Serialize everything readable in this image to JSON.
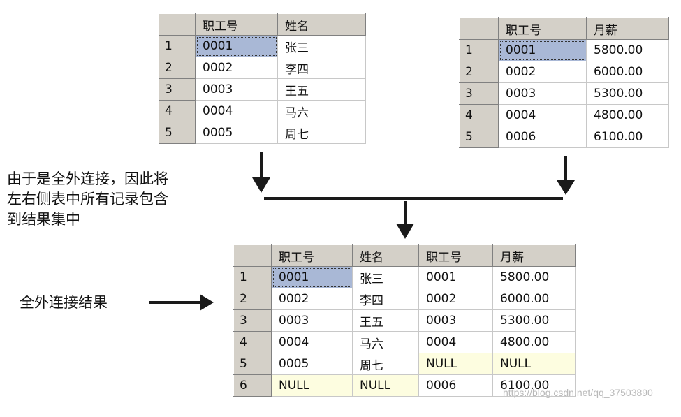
{
  "left_table": {
    "headers": [
      "职工号",
      "姓名"
    ],
    "rows": [
      [
        "1",
        "0001",
        "张三"
      ],
      [
        "2",
        "0002",
        "李四"
      ],
      [
        "3",
        "0003",
        "王五"
      ],
      [
        "4",
        "0004",
        "马六"
      ],
      [
        "5",
        "0005",
        "周七"
      ]
    ]
  },
  "right_table": {
    "headers": [
      "职工号",
      "月薪"
    ],
    "rows": [
      [
        "1",
        "0001",
        "5800.00"
      ],
      [
        "2",
        "0002",
        "6000.00"
      ],
      [
        "3",
        "0003",
        "5300.00"
      ],
      [
        "4",
        "0004",
        "4800.00"
      ],
      [
        "5",
        "0006",
        "6100.00"
      ]
    ]
  },
  "result_table": {
    "headers": [
      "职工号",
      "姓名",
      "职工号",
      "月薪"
    ],
    "rows": [
      [
        "1",
        "0001",
        "张三",
        "0001",
        "5800.00"
      ],
      [
        "2",
        "0002",
        "李四",
        "0002",
        "6000.00"
      ],
      [
        "3",
        "0003",
        "王五",
        "0003",
        "5300.00"
      ],
      [
        "4",
        "0004",
        "马六",
        "0004",
        "4800.00"
      ],
      [
        "5",
        "0005",
        "周七",
        "NULL",
        "NULL"
      ],
      [
        "6",
        "NULL",
        "NULL",
        "0006",
        "6100.00"
      ]
    ]
  },
  "notes": {
    "explanation_line1": "由于是全外连接，因此将",
    "explanation_line2": "左右侧表中所有记录包含",
    "explanation_line3": "到结果集中",
    "result_label": "全外连接结果"
  },
  "watermark": "https://blog.csdn.net/qq_37503890"
}
